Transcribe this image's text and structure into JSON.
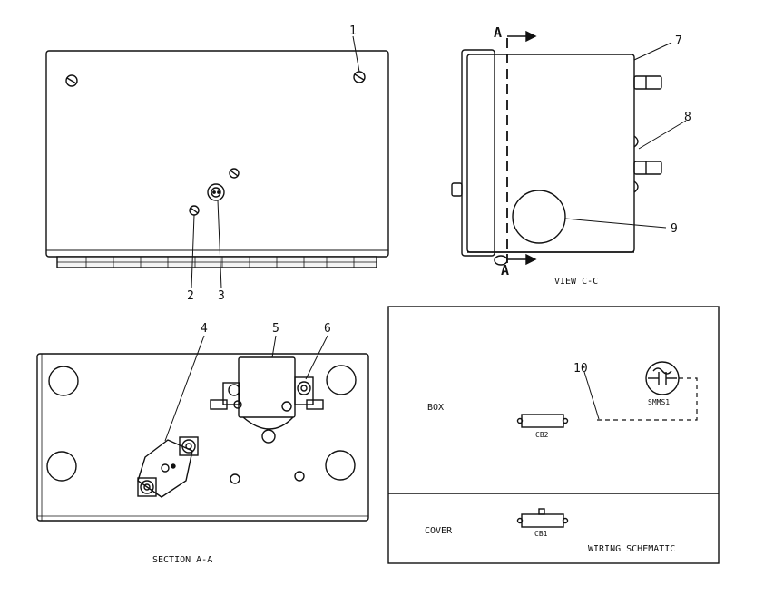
{
  "callouts": {
    "c1": "1",
    "c2": "2",
    "c3": "3",
    "c4": "4",
    "c5": "5",
    "c6": "6",
    "c7": "7",
    "c8": "8",
    "c9": "9",
    "c10": "10"
  },
  "section_markers": {
    "top": "A",
    "bottom": "A"
  },
  "captions": {
    "view_cc": "VIEW C-C",
    "section_aa": "SECTION A-A",
    "wiring_schematic": "WIRING SCHEMATIC"
  },
  "schematic": {
    "box_label": "BOX",
    "cover_label": "COVER",
    "cb2": "CB2",
    "cb1": "CB1",
    "switch": "SMMS1"
  },
  "colors": {
    "ink": "#111111",
    "paper": "#ffffff",
    "shade": "#f4f4f4"
  }
}
